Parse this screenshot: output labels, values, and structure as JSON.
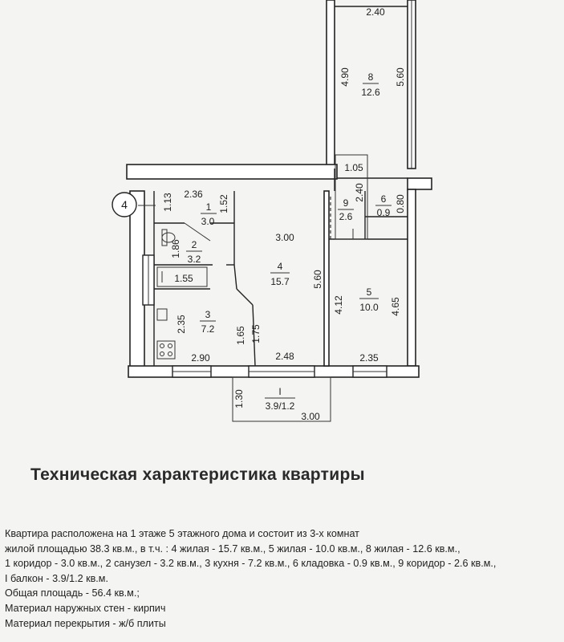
{
  "plan": {
    "axis_marker": "4",
    "dims": {
      "d_2_40_top": "2.40",
      "d_4_90": "4.90",
      "d_5_60_right": "5.60",
      "d_1_05": "1.05",
      "d_2_40_mid": "2.40",
      "d_0_80": "0.80",
      "d_2_36": "2.36",
      "d_1_13": "1.13",
      "d_1_52": "1.52",
      "d_3_00_top": "3.00",
      "d_1_86": "1.86",
      "d_1_55": "1.55",
      "d_5_60_mid": "5.60",
      "d_4_12": "4.12",
      "d_4_65": "4.65",
      "d_2_35_left": "2.35",
      "d_1_65": "1.65",
      "d_1_75": "1.75",
      "d_2_90": "2.90",
      "d_2_48": "2.48",
      "d_2_35_bottom": "2.35",
      "d_1_30": "1.30",
      "d_3_00_bottom": "3.00"
    },
    "rooms": [
      {
        "num": "8",
        "area": "12.6"
      },
      {
        "num": "9",
        "area": "2.6"
      },
      {
        "num": "6",
        "area": "0.9"
      },
      {
        "num": "1",
        "area": "3.0"
      },
      {
        "num": "2",
        "area": "3.2"
      },
      {
        "num": "4",
        "area": "15.7"
      },
      {
        "num": "5",
        "area": "10.0"
      },
      {
        "num": "3",
        "area": "7.2"
      },
      {
        "num": "I",
        "area": "3.9/1.2"
      }
    ]
  },
  "heading": "Техническая характеристика квартиры",
  "description": [
    "Квартира  расположена  на  1 этаже   5 этажного дома  и состоит  из  3-х  комнат",
    "жилой площадью 38.3 кв.м., в т.ч. : 4  жилая - 15.7 кв.м., 5 жилая - 10.0 кв.м., 8 жилая - 12.6 кв.м.,",
    "1  коридор - 3.0  кв.м., 2 санузел - 3.2 кв.м., 3 кухня - 7.2 кв.м., 6 кладовка - 0.9 кв.м., 9 коридор - 2.6 кв.м.,",
    "I  балкон - 3.9/1.2 кв.м.",
    "Общая площадь  -   56.4   кв.м.;",
    "Материал наружных стен  -    кирпич",
    "Материал перекрытия  -    ж/б плиты"
  ]
}
